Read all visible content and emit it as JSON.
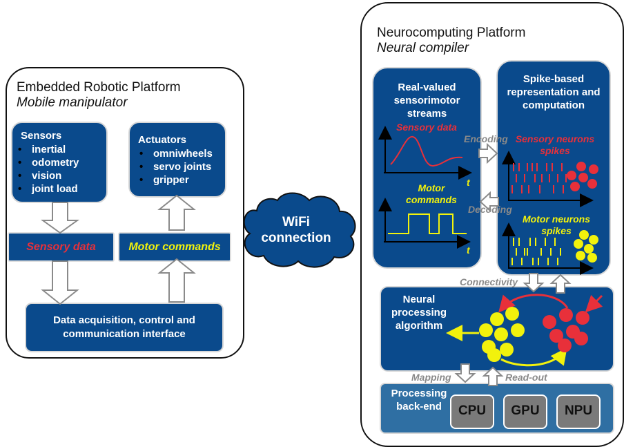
{
  "robot": {
    "title": "Embedded Robotic Platform",
    "subtitle": "Mobile manipulator",
    "sensors": {
      "title": "Sensors",
      "items": [
        "inertial",
        "odometry",
        "vision",
        "joint load"
      ]
    },
    "actuators": {
      "title": "Actuators",
      "items": [
        "omniwheels",
        "servo joints",
        "gripper"
      ]
    },
    "sensory_data": "Sensory data",
    "motor_commands": "Motor commands",
    "interface": "Data acquisition, control and communication interface"
  },
  "wifi": {
    "label": "WiFi connection"
  },
  "neuro": {
    "title": "Neurocomputing Platform",
    "subtitle": "Neural compiler",
    "streams": {
      "title": "Real-valued sensorimotor streams",
      "sensory": "Sensory data",
      "motor": "Motor commands",
      "t_label": "t"
    },
    "spikes": {
      "title": "Spike-based representation and computation",
      "sensory": "Sensory neurons spikes",
      "motor": "Motor neurons spikes"
    },
    "encoding": "Encoding",
    "decoding": "Decoding",
    "connectivity": "Connectivity",
    "algorithm": "Neural processing algorithm",
    "mapping": "Mapping",
    "readout": "Read-out",
    "backend": {
      "title": "Processing back-end",
      "chips": [
        "CPU",
        "GPU",
        "NPU"
      ]
    }
  },
  "colors": {
    "box_blue": "#0a4a8c",
    "backend_blue": "#2f6fa3",
    "red": "#e8303a",
    "yellow": "#f2f20c",
    "chip_gray": "#7a7a7a"
  }
}
